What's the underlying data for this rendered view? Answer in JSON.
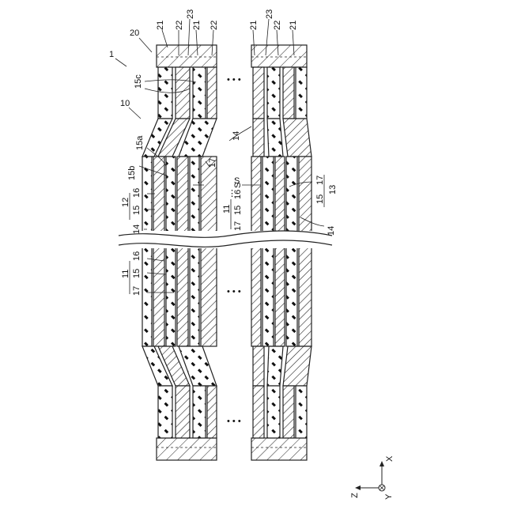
{
  "labels": {
    "l1": "1",
    "l20": "20",
    "l10": "10",
    "l15c": "15c",
    "l15a": "15a",
    "l15b": "15b",
    "l21_1": "21",
    "l22_1": "22",
    "l23_1": "23",
    "l21_2": "21",
    "l22_2": "22",
    "l21_3": "21",
    "l23_2": "23",
    "l22_3": "22",
    "l21_4": "21",
    "l14_top": "14",
    "l14_right": "14",
    "l17_top": "17",
    "l17_right": "17",
    "l13": "13",
    "l15_right": "15",
    "l12": "12",
    "l16_a": "16",
    "l15_a": "15",
    "l14_left": "14",
    "l16_b": "16",
    "l15_b": "15",
    "l11_b": "11",
    "l17_b": "17",
    "l11_c": "11",
    "l17_c": "17",
    "l15_c": "15",
    "l16_c": "16",
    "lS1": "S",
    "lS2": "S",
    "ax_x": "X",
    "ax_z": "Z",
    "ax_y": "Y"
  },
  "ellipsis": "• • •",
  "ellipsis_vert": "⋮"
}
